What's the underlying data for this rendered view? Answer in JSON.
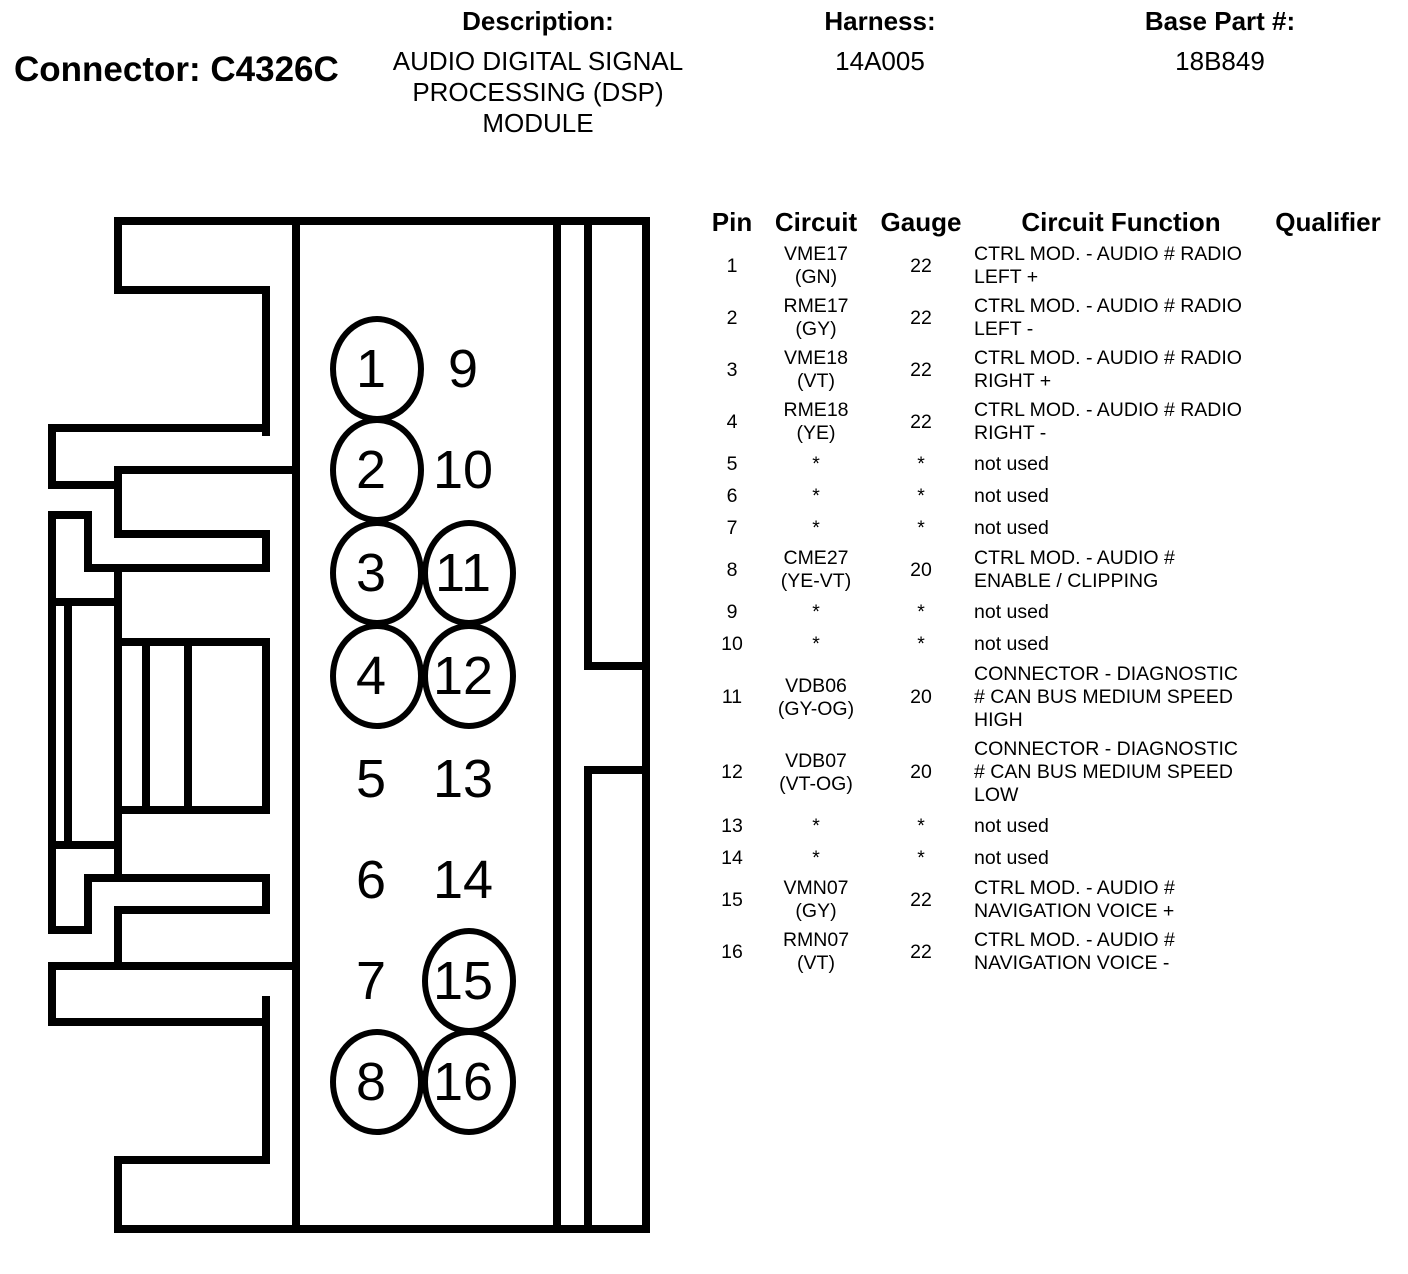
{
  "header": {
    "connector_title": "Connector: C4326C",
    "description_label": "Description:",
    "description_lines": [
      "AUDIO DIGITAL SIGNAL",
      "PROCESSING (DSP)",
      "MODULE"
    ],
    "harness_label": "Harness:",
    "harness_value": "14A005",
    "base_part_label": "Base Part #:",
    "base_part_value": "18B849"
  },
  "connector_face": {
    "pins": [
      {
        "num": "1",
        "circled": true
      },
      {
        "num": "2",
        "circled": true
      },
      {
        "num": "3",
        "circled": true
      },
      {
        "num": "4",
        "circled": true
      },
      {
        "num": "5",
        "circled": false
      },
      {
        "num": "6",
        "circled": false
      },
      {
        "num": "7",
        "circled": false
      },
      {
        "num": "8",
        "circled": true
      },
      {
        "num": "9",
        "circled": false
      },
      {
        "num": "10",
        "circled": false
      },
      {
        "num": "11",
        "circled": true
      },
      {
        "num": "12",
        "circled": true
      },
      {
        "num": "13",
        "circled": false
      },
      {
        "num": "14",
        "circled": false
      },
      {
        "num": "15",
        "circled": true
      },
      {
        "num": "16",
        "circled": true
      }
    ]
  },
  "table": {
    "columns": [
      "Pin",
      "Circuit",
      "Gauge",
      "Circuit Function",
      "Qualifier"
    ],
    "rows": [
      {
        "pin": "1",
        "circuit": "VME17",
        "color": "(GN)",
        "gauge": "22",
        "function": "CTRL MOD. - AUDIO # RADIO\nLEFT +",
        "qualifier": ""
      },
      {
        "pin": "2",
        "circuit": "RME17",
        "color": "(GY)",
        "gauge": "22",
        "function": "CTRL MOD. - AUDIO # RADIO\nLEFT -",
        "qualifier": ""
      },
      {
        "pin": "3",
        "circuit": "VME18",
        "color": "(VT)",
        "gauge": "22",
        "function": "CTRL MOD. - AUDIO # RADIO\nRIGHT +",
        "qualifier": ""
      },
      {
        "pin": "4",
        "circuit": "RME18",
        "color": "(YE)",
        "gauge": "22",
        "function": "CTRL MOD. - AUDIO # RADIO\nRIGHT -",
        "qualifier": ""
      },
      {
        "pin": "5",
        "circuit": "*",
        "color": "",
        "gauge": "*",
        "function": "not used",
        "qualifier": ""
      },
      {
        "pin": "6",
        "circuit": "*",
        "color": "",
        "gauge": "*",
        "function": "not used",
        "qualifier": ""
      },
      {
        "pin": "7",
        "circuit": "*",
        "color": "",
        "gauge": "*",
        "function": "not used",
        "qualifier": ""
      },
      {
        "pin": "8",
        "circuit": "CME27",
        "color": "(YE-VT)",
        "gauge": "20",
        "function": "CTRL MOD. - AUDIO #\nENABLE / CLIPPING",
        "qualifier": ""
      },
      {
        "pin": "9",
        "circuit": "*",
        "color": "",
        "gauge": "*",
        "function": "not used",
        "qualifier": ""
      },
      {
        "pin": "10",
        "circuit": "*",
        "color": "",
        "gauge": "*",
        "function": "not used",
        "qualifier": ""
      },
      {
        "pin": "11",
        "circuit": "VDB06",
        "color": "(GY-OG)",
        "gauge": "20",
        "function": "CONNECTOR - DIAGNOSTIC\n# CAN BUS MEDIUM SPEED\nHIGH",
        "qualifier": ""
      },
      {
        "pin": "12",
        "circuit": "VDB07",
        "color": "(VT-OG)",
        "gauge": "20",
        "function": "CONNECTOR - DIAGNOSTIC\n# CAN BUS MEDIUM SPEED\nLOW",
        "qualifier": ""
      },
      {
        "pin": "13",
        "circuit": "*",
        "color": "",
        "gauge": "*",
        "function": "not used",
        "qualifier": ""
      },
      {
        "pin": "14",
        "circuit": "*",
        "color": "",
        "gauge": "*",
        "function": "not used",
        "qualifier": ""
      },
      {
        "pin": "15",
        "circuit": "VMN07",
        "color": "(GY)",
        "gauge": "22",
        "function": "CTRL MOD. - AUDIO #\nNAVIGATION VOICE +",
        "qualifier": ""
      },
      {
        "pin": "16",
        "circuit": "RMN07",
        "color": "(VT)",
        "gauge": "22",
        "function": "CTRL MOD. - AUDIO #\nNAVIGATION VOICE -",
        "qualifier": ""
      }
    ]
  }
}
